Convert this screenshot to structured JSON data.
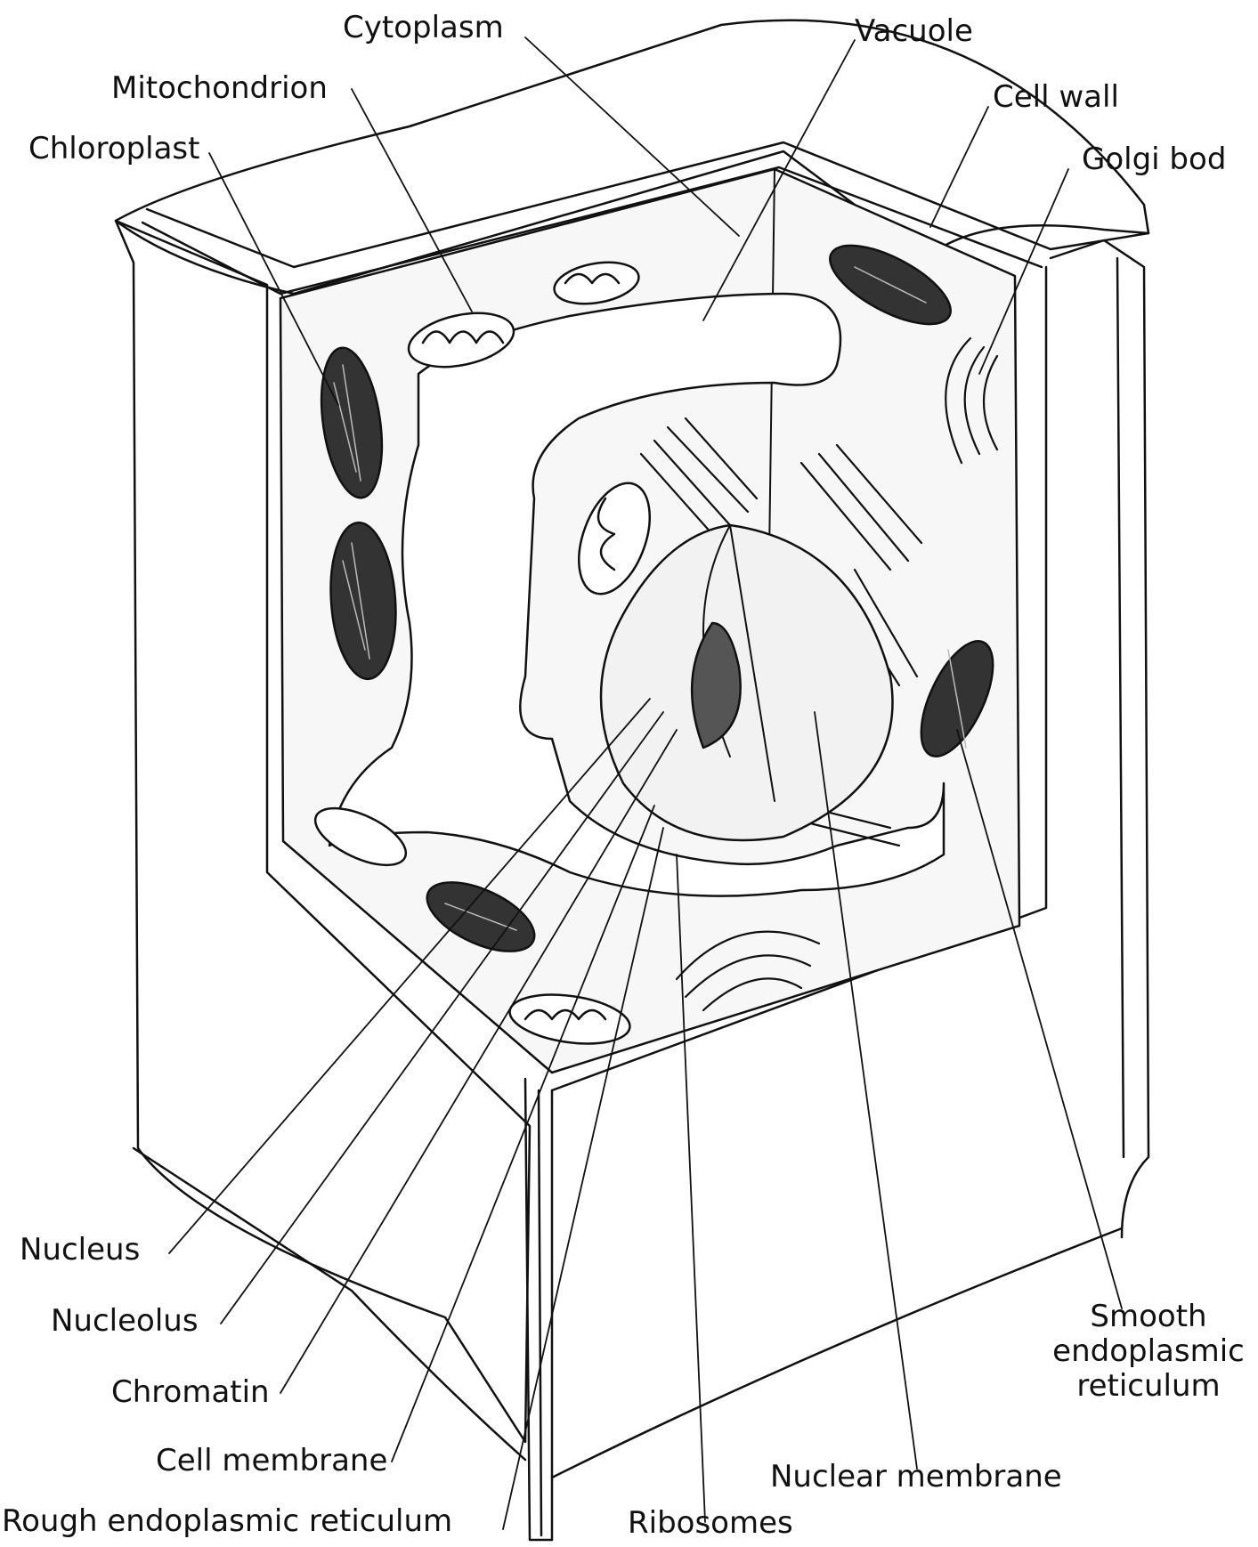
{
  "labels": {
    "cytoplasm": "Cytoplasm",
    "vacuole": "Vacuole",
    "mitochondrion": "Mitochondrion",
    "cell_wall": "Cell wall",
    "chloroplast": "Chloroplast",
    "golgi_body": "Golgi bod",
    "nucleus": "Nucleus",
    "nucleolus": "Nucleolus",
    "chromatin": "Chromatin",
    "cell_membrane": "Cell membrane",
    "rough_er": "Rough endoplasmic reticulum",
    "ribosomes": "Ribosomes",
    "nuclear_membrane": "Nuclear membrane",
    "smooth_er_line1": "Smooth",
    "smooth_er_line2": "endoplasmic",
    "smooth_er_line3": "reticulum"
  }
}
